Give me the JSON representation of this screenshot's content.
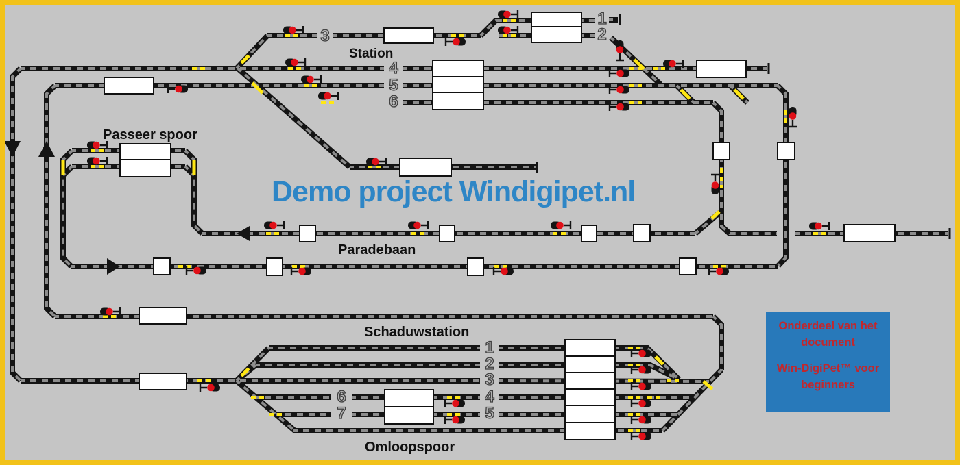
{
  "title": "Demo project Windigipet.nl",
  "labels": {
    "station": "Station",
    "passeer_spoor": "Passeer spoor",
    "paradebaan": "Paradebaan",
    "schaduwstation": "Schaduwstation",
    "omloopspoor": "Omloopspoor"
  },
  "station_track_numbers": [
    "1",
    "2",
    "3",
    "4",
    "5",
    "6"
  ],
  "shadow_track_numbers": [
    "1",
    "2",
    "3",
    "4",
    "5",
    "6",
    "7"
  ],
  "info_box": {
    "line1": "Onderdeel van het",
    "line2": "document",
    "line3": "Win-DigiPet™ voor",
    "line4": "beginners"
  },
  "colors": {
    "background": "#c5c5c5",
    "border_yellow": "#f2c21a",
    "track_dark": "#141414",
    "track_gray": "#8c8c8c",
    "switch_yellow": "#ffe714",
    "signal_red": "#e01018",
    "block_white": "#ffffff",
    "title_blue": "#2e86c6",
    "info_box_blue": "#2879ba",
    "info_box_text_red": "#c1272d",
    "label_black": "#101010"
  }
}
